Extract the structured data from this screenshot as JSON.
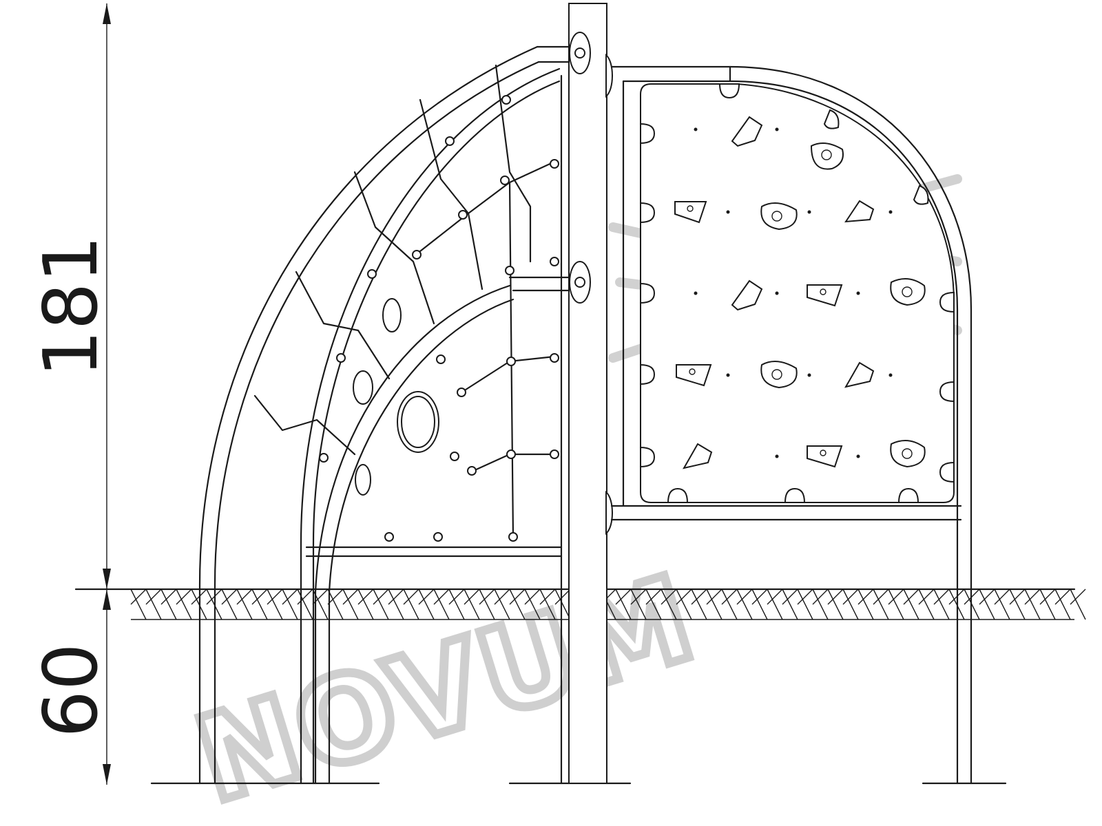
{
  "dimensions": {
    "above_ground": "181",
    "below_ground": "60"
  },
  "watermark": {
    "brand": "NOVUM"
  },
  "colors": {
    "line": "#1a1a1a",
    "watermark": "#c4c4c4",
    "background": "#ffffff"
  }
}
